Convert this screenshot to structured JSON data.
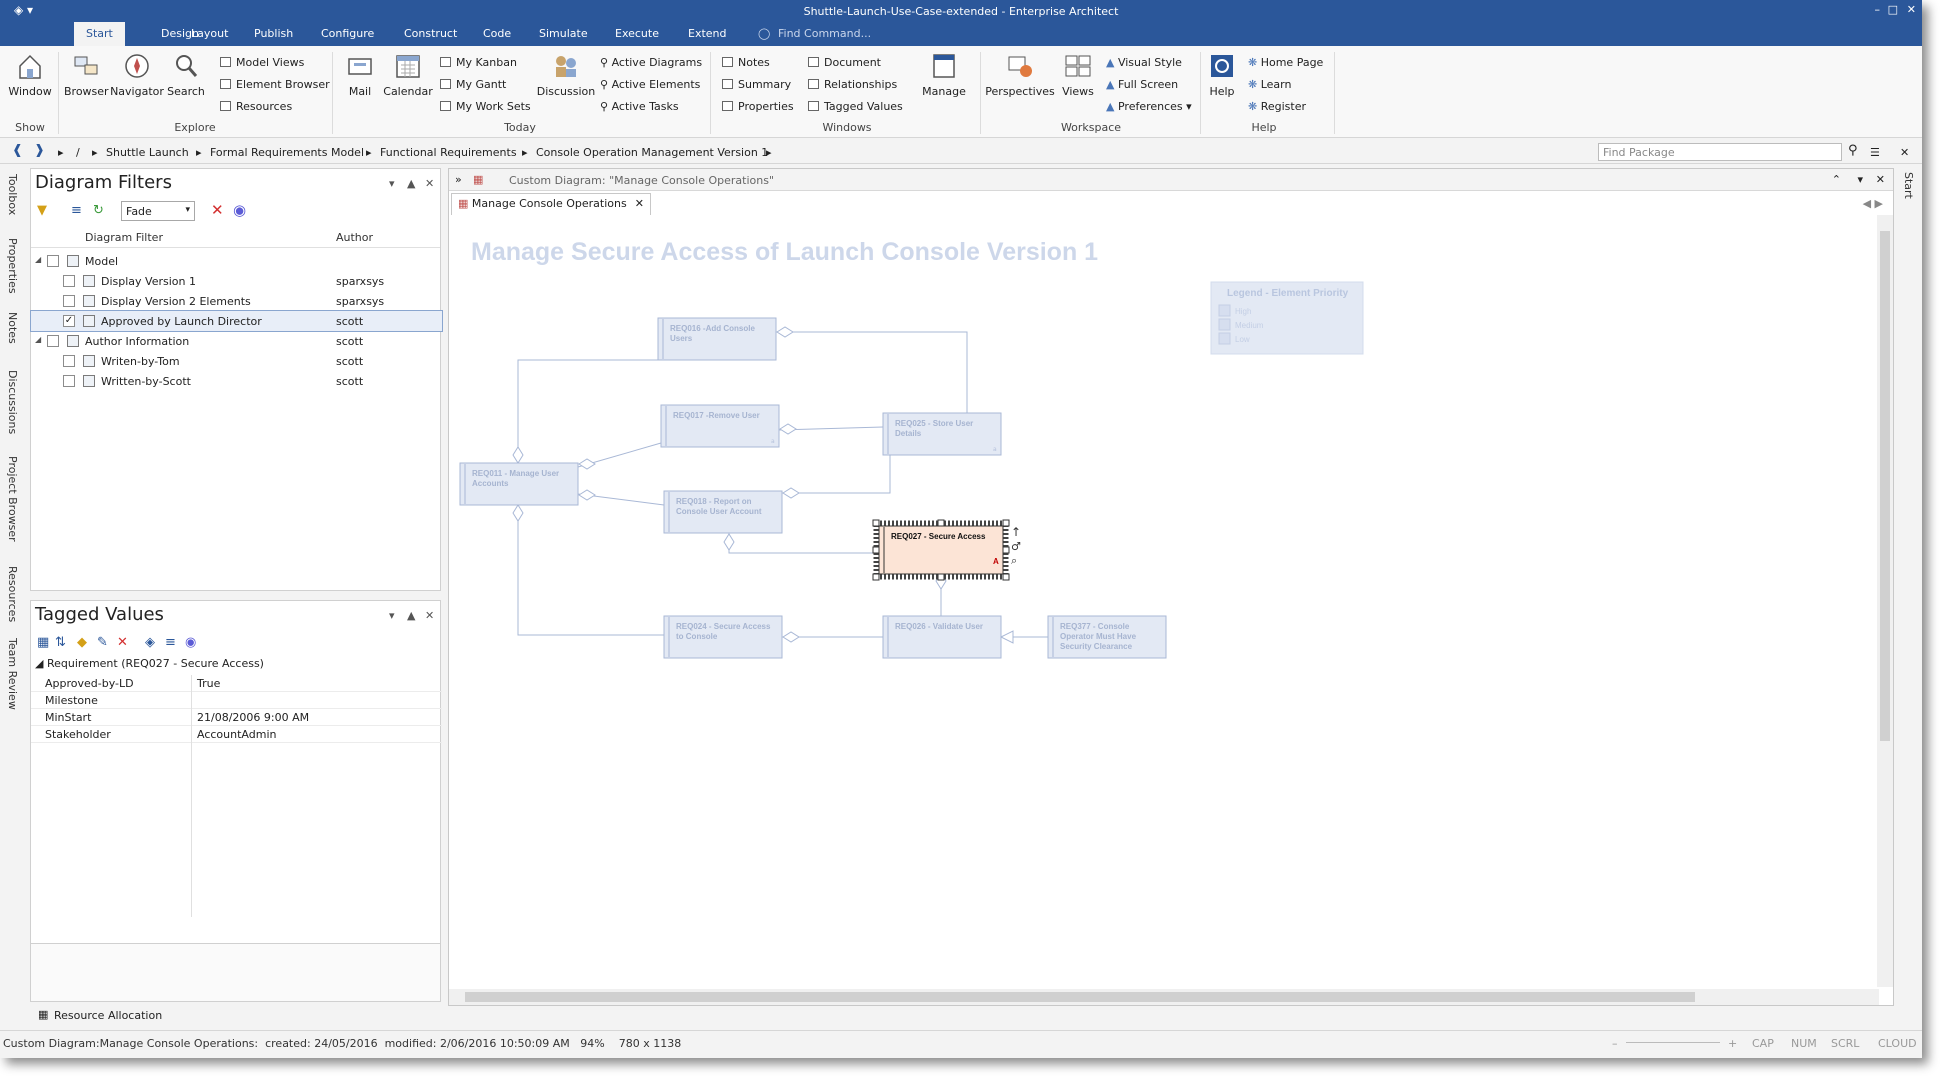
{
  "window": {
    "title": "Shuttle-Launch-Use-Case-extended - Enterprise Architect"
  },
  "ribbon_tabs": [
    "Start",
    "Design",
    "Layout",
    "Publish",
    "Configure",
    "Construct",
    "Code",
    "Simulate",
    "Execute",
    "Extend"
  ],
  "find_command": "Find Command...",
  "ribbon": {
    "show": {
      "label": "Show",
      "window": "Window"
    },
    "explore": {
      "label": "Explore",
      "browser": "Browser",
      "navigator": "Navigator",
      "search": "Search",
      "model_views": "Model Views",
      "element_browser": "Element Browser",
      "resources": "Resources"
    },
    "today": {
      "label": "Today",
      "mail": "Mail",
      "calendar": "Calendar",
      "my_kanban": "My Kanban",
      "my_gantt": "My Gantt",
      "my_work_sets": "My Work Sets",
      "discussion": "Discussion",
      "active_diagrams": "Active Diagrams",
      "active_elements": "Active Elements",
      "active_tasks": "Active Tasks"
    },
    "windows": {
      "label": "Windows",
      "notes": "Notes",
      "summary": "Summary",
      "properties": "Properties",
      "document": "Document",
      "relationships": "Relationships",
      "tagged_values": "Tagged Values",
      "manage": "Manage"
    },
    "workspace": {
      "label": "Workspace",
      "perspectives": "Perspectives",
      "views": "Views",
      "visual_style": "Visual Style",
      "full_screen": "Full Screen",
      "preferences": "Preferences"
    },
    "help": {
      "label": "Help",
      "help": "Help",
      "home_page": "Home Page",
      "learn": "Learn",
      "register": "Register"
    }
  },
  "breadcrumb": [
    "/",
    "Shuttle Launch",
    "Formal Requirements Model",
    "Functional Requirements",
    "Console Operation Management Version 1"
  ],
  "find_package": "Find Package",
  "left_tabs": [
    "Toolbox",
    "Properties",
    "Notes",
    "Discussions",
    "Project Browser",
    "Resources",
    "Team Review"
  ],
  "right_tabs": [
    "Start"
  ],
  "diagram_filters": {
    "title": "Diagram Filters",
    "mode": "Fade",
    "columns": [
      "Diagram Filter",
      "Author"
    ],
    "rows": [
      {
        "label": "Model",
        "author": "",
        "level": 0,
        "checked": false,
        "folder": true
      },
      {
        "label": "Display Version 1",
        "author": "sparxsys",
        "level": 1,
        "checked": false,
        "folder": false
      },
      {
        "label": "Display Version 2 Elements",
        "author": "sparxsys",
        "level": 1,
        "checked": false,
        "folder": false
      },
      {
        "label": "Approved by Launch Director",
        "author": "scott",
        "level": 1,
        "checked": true,
        "folder": false
      },
      {
        "label": "Author Information",
        "author": "scott",
        "level": 0,
        "checked": false,
        "folder": true
      },
      {
        "label": "Writen-by-Tom",
        "author": "scott",
        "level": 1,
        "checked": false,
        "folder": false
      },
      {
        "label": "Written-by-Scott",
        "author": "scott",
        "level": 1,
        "checked": false,
        "folder": false
      }
    ]
  },
  "tagged_values": {
    "title": "Tagged Values",
    "group": "Requirement (REQ027 - Secure Access)",
    "rows": [
      {
        "name": "Approved-by-LD",
        "value": "True"
      },
      {
        "name": "Milestone",
        "value": ""
      },
      {
        "name": "MinStart",
        "value": "21/08/2006 9:00 AM"
      },
      {
        "name": "Stakeholder",
        "value": "AccountAdmin"
      }
    ]
  },
  "resource_allocation": "Resource Allocation",
  "diagram": {
    "header": "Custom Diagram: \"Manage Console Operations\"",
    "tab": "Manage Console Operations",
    "title": "Manage Secure Access of Launch Console Version 1",
    "legend": {
      "title": "Legend - Element Priority",
      "items": [
        "High",
        "Medium",
        "Low"
      ]
    },
    "elements": [
      {
        "id": "r16",
        "lines": [
          "REQ016 -Add Console",
          "Users"
        ],
        "faded": true
      },
      {
        "id": "r17",
        "lines": [
          "REQ017 -Remove User"
        ],
        "faded": true
      },
      {
        "id": "r25",
        "lines": [
          "REQ025 - Store User",
          "Details"
        ],
        "faded": true
      },
      {
        "id": "r11",
        "lines": [
          "REQ011 - Manage User",
          "Accounts"
        ],
        "faded": true
      },
      {
        "id": "r18",
        "lines": [
          "REQ018 - Report on",
          "Console User Account"
        ],
        "faded": true
      },
      {
        "id": "r27",
        "lines": [
          "REQ027 - Secure Access"
        ],
        "faded": false
      },
      {
        "id": "r24",
        "lines": [
          "REQ024 - Secure Access",
          "to Console"
        ],
        "faded": true
      },
      {
        "id": "r26",
        "lines": [
          "REQ026 - Validate User"
        ],
        "faded": true
      },
      {
        "id": "r377",
        "lines": [
          "REQ377 - Console",
          "Operator Must Have",
          "Security Clearance"
        ],
        "faded": true
      }
    ]
  },
  "status": {
    "text": "Custom Diagram:Manage Console Operations:  created: 24/05/2016  modified: 2/06/2016 10:50:09 AM   94%    780 x 1138",
    "indicators": [
      "CAP",
      "NUM",
      "SCRL",
      "CLOUD"
    ]
  },
  "colors": {
    "titlebar": "#2b579a",
    "faded_fill": "#e3e9f4",
    "faded_border": "#a9b8d6",
    "selected_fill": "#fce4d6"
  }
}
